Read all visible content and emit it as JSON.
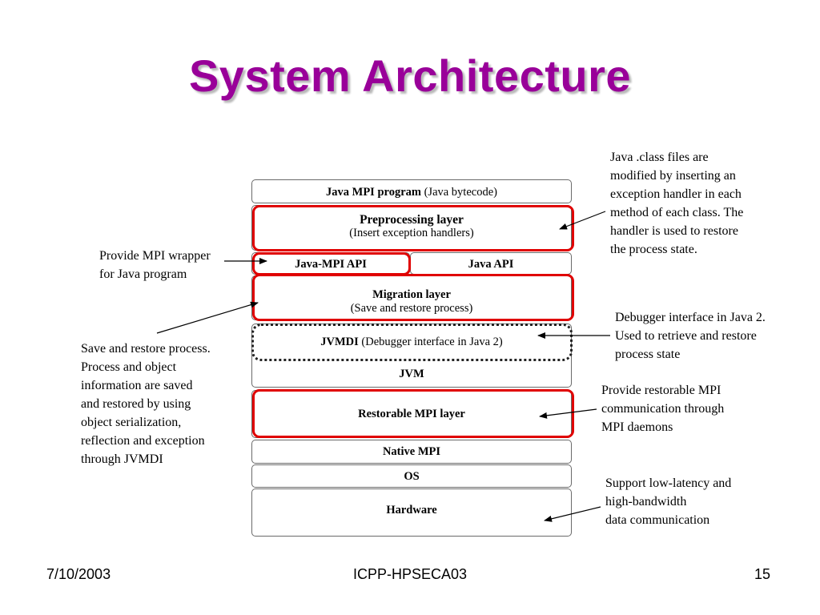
{
  "title": "System Architecture",
  "layers": {
    "java_mpi_program": {
      "bold": "Java MPI program",
      "normal": " (Java bytecode)"
    },
    "preprocessing": {
      "line1": "Preprocessing layer",
      "line2": "(Insert exception handlers)"
    },
    "java_mpi_api": "Java-MPI API",
    "java_api": "Java API",
    "migration": {
      "line1": "Migration layer",
      "line2": "(Save and restore process)"
    },
    "jvmdi": {
      "bold": "JVMDI",
      "normal": " (Debugger interface in Java 2)"
    },
    "jvm": "JVM",
    "restorable_mpi": "Restorable MPI layer",
    "native_mpi": "Native MPI",
    "os": "OS",
    "hardware": "Hardware"
  },
  "annotations": {
    "java_class": "Java .class files are\nmodified by inserting an\nexception handler in  each\nmethod of each class. The\nhandler is used to restore\nthe process state.",
    "mpi_wrapper": "Provide MPI wrapper\nfor Java program",
    "save_restore": "Save and restore process.\nProcess and object\ninformation are saved\nand restored by using\nobject serialization,\nreflection and exception\nthrough JVMDI",
    "debugger": "Debugger interface in Java 2.\nUsed to  retrieve and restore\nprocess state",
    "restorable": "Provide restorable MPI\ncommunication through\nMPI daemons",
    "support": "Support low-latency and\nhigh-bandwidth\ndata communication"
  },
  "footer": {
    "date": "7/10/2003",
    "center": "ICPP-HPSECA03",
    "page": "15"
  },
  "colors": {
    "title": "#990099",
    "highlight": "#e00000"
  }
}
